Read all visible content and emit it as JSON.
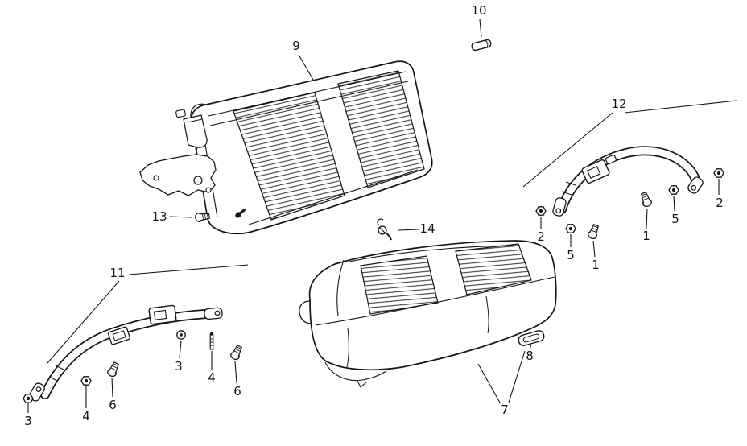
{
  "figure": {
    "type": "parts-diagram",
    "colors": {
      "background": "#ffffff",
      "ink": "#151515"
    },
    "callouts": [
      {
        "id": "callout-10",
        "part": "10"
      },
      {
        "id": "callout-9",
        "part": "9"
      },
      {
        "id": "callout-12",
        "part": "12"
      },
      {
        "id": "callout-13",
        "part": "13"
      },
      {
        "id": "callout-14",
        "part": "14"
      },
      {
        "id": "callout-11",
        "part": "11"
      },
      {
        "id": "callout-2-left",
        "part": "2"
      },
      {
        "id": "callout-5-left",
        "part": "5"
      },
      {
        "id": "callout-1-left",
        "part": "1"
      },
      {
        "id": "callout-1-right",
        "part": "1"
      },
      {
        "id": "callout-5-right",
        "part": "5"
      },
      {
        "id": "callout-2-right",
        "part": "2"
      },
      {
        "id": "callout-3-upper",
        "part": "3"
      },
      {
        "id": "callout-4-upper",
        "part": "4"
      },
      {
        "id": "callout-6-upper",
        "part": "6"
      },
      {
        "id": "callout-3-lower",
        "part": "3"
      },
      {
        "id": "callout-4-lower",
        "part": "4"
      },
      {
        "id": "callout-6-lower",
        "part": "6"
      },
      {
        "id": "callout-8",
        "part": "8"
      },
      {
        "id": "callout-7",
        "part": "7"
      }
    ]
  }
}
